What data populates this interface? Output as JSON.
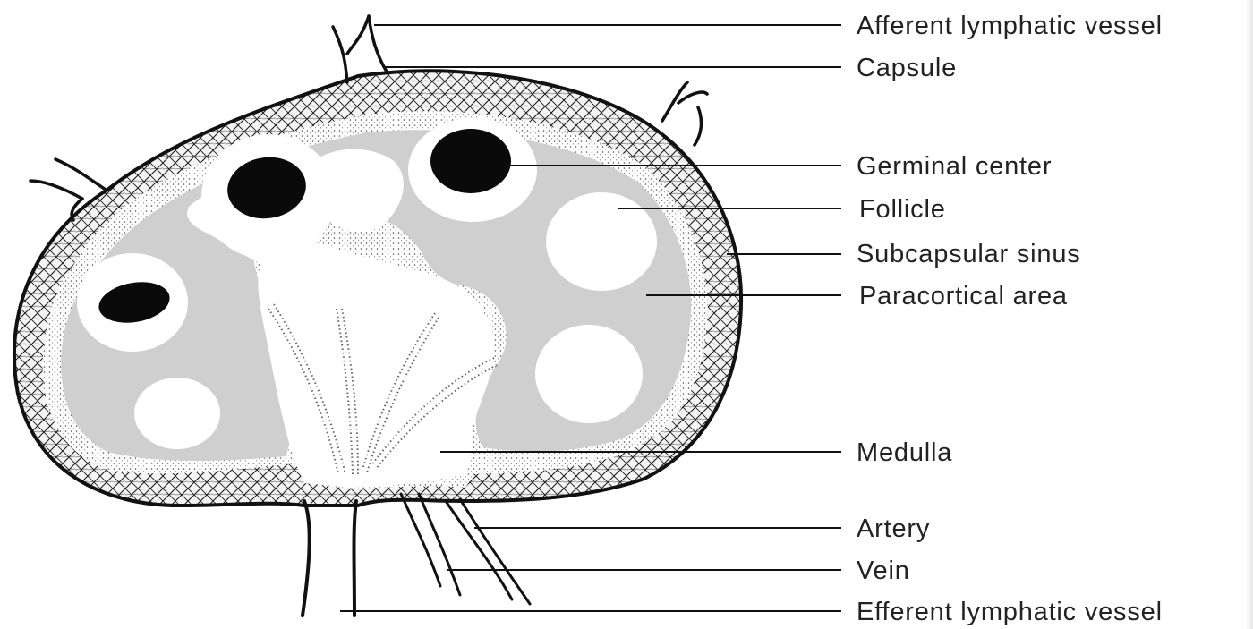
{
  "labels": {
    "afferent": "Afferent lymphatic vessel",
    "capsule": "Capsule",
    "germinal_center": "Germinal center",
    "follicle": "Follicle",
    "subcapsular_sinus": "Subcapsular sinus",
    "paracortical_area": "Paracortical area",
    "medulla": "Medulla",
    "artery": "Artery",
    "vein": "Vein",
    "efferent": "Efferent lymphatic vessel"
  },
  "colors": {
    "outline": "#111111",
    "cortex_gray": "#cfcfcf",
    "germinal_black": "#0a0a0a",
    "follicle_white": "#ffffff",
    "label_text": "#222222"
  }
}
